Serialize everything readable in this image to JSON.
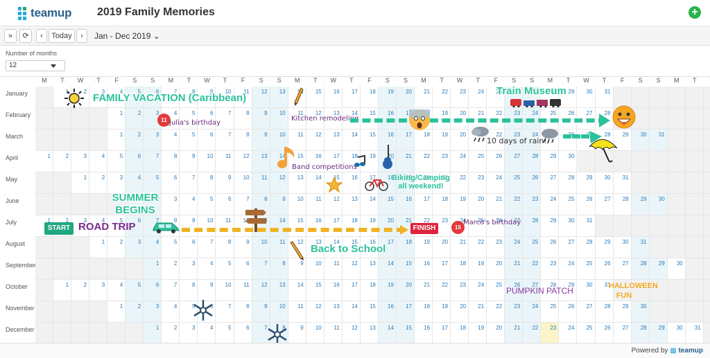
{
  "app": {
    "logo": "teamup",
    "title": "2019 Family Memories"
  },
  "toolbar": {
    "expand": "»",
    "refresh": "⟳",
    "prev": "‹",
    "today": "Today",
    "next": "›",
    "range": "Jan - Dec 2019"
  },
  "controls": {
    "months_label": "Number of months",
    "months_value": "12"
  },
  "weekday_headers": [
    "M",
    "T",
    "W",
    "T",
    "F",
    "S",
    "S",
    "M",
    "T",
    "W",
    "T",
    "F",
    "S",
    "S",
    "M",
    "T",
    "W",
    "T",
    "F",
    "S",
    "S",
    "M",
    "T",
    "W",
    "T",
    "F",
    "S",
    "S",
    "M",
    "T",
    "W",
    "T",
    "F",
    "S",
    "S",
    "M",
    "T",
    "W",
    "T"
  ],
  "months": [
    {
      "name": "January",
      "offset": 1,
      "days": 31
    },
    {
      "name": "February",
      "offset": 4,
      "days": 28
    },
    {
      "name": "March",
      "offset": 4,
      "days": 31
    },
    {
      "name": "April",
      "offset": 0,
      "days": 30
    },
    {
      "name": "May",
      "offset": 2,
      "days": 31
    },
    {
      "name": "June",
      "offset": 5,
      "days": 30
    },
    {
      "name": "July",
      "offset": 0,
      "days": 31
    },
    {
      "name": "August",
      "offset": 3,
      "days": 31
    },
    {
      "name": "September",
      "offset": 6,
      "days": 30
    },
    {
      "name": "October",
      "offset": 1,
      "days": 31
    },
    {
      "name": "November",
      "offset": 4,
      "days": 30
    },
    {
      "name": "December",
      "offset": 6,
      "days": 31
    }
  ],
  "today": {
    "month_index": 11,
    "day": 23
  },
  "events": {
    "family_vacation": "FAMILY VACATION (Caribbean)",
    "train_museum": "Train Museum",
    "julias_birthday": "Julia's birthday",
    "julias_day": "11",
    "kitchen": "Kitchen remodeling",
    "rain": "10 days of rain!",
    "band": "Band competitions",
    "biking": "Biking/Camping all weekend!",
    "summer": "SUMMER BEGINS",
    "start": "START",
    "road_trip": "ROAD TRIP",
    "finish": "FINISH",
    "marcos_birthday": "Marco's birthday",
    "marcos_day": "15",
    "back_to_school": "Back to School",
    "pumpkin": "PUMPKIN PATCH",
    "halloween": "HALLOWEEN FUN"
  },
  "footer": {
    "powered": "Powered by",
    "brand": "teamup"
  },
  "colors": {
    "accent": "#2bc29a",
    "purple": "#7a2a8f",
    "link": "#2a7ab8",
    "weekend": "#eaf5f9",
    "today": "#fbf4c8"
  },
  "icons": [
    "sun-icon",
    "pencil-icon",
    "train-icon",
    "angry-face-icon",
    "shocked-face-icon",
    "cloud-rain-icon",
    "umbrella-icon",
    "music-note-icon",
    "guitar-icon",
    "star-icon",
    "bicycle-icon",
    "car-icon",
    "signpost-icon",
    "snowflake-icon"
  ]
}
